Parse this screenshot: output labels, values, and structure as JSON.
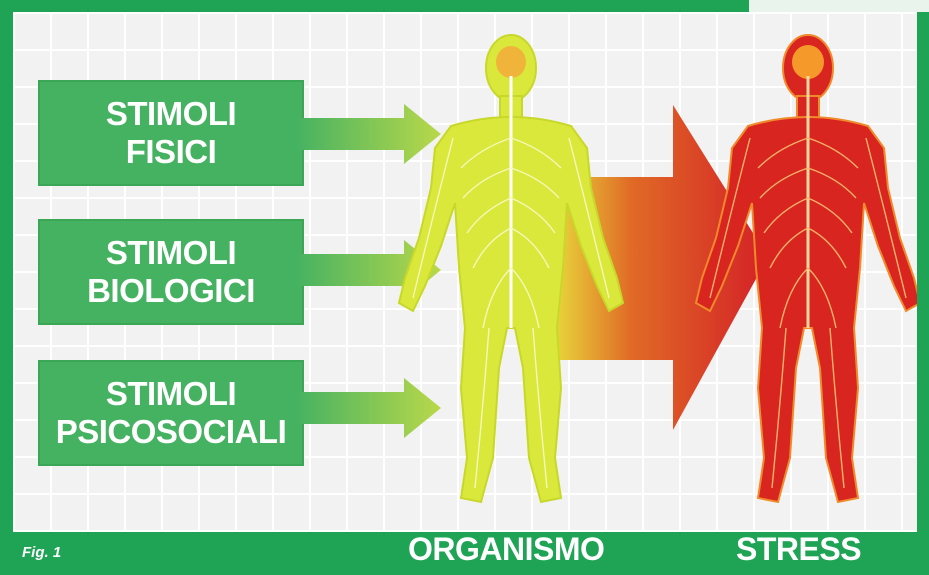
{
  "stimuli": [
    {
      "line1": "STIMOLI",
      "line2": "FISICI"
    },
    {
      "line1": "STIMOLI",
      "line2": "BIOLOGICI"
    },
    {
      "line1": "STIMOLI",
      "line2": "PSICOSOCIALI"
    }
  ],
  "labels": {
    "figure": "Fig. 1",
    "organism": "ORGANISMO",
    "stress": "STRESS"
  },
  "colors": {
    "frame": "#1fa456",
    "stimulus_box": "#45b262",
    "organism_body": "#d9e83a",
    "stress_body": "#d9251f",
    "stress_arrow": "#d42027"
  },
  "icons": [
    "human-body-organism-icon",
    "human-body-stress-icon",
    "stress-arrow-icon",
    "stimulus-arrow-icon"
  ]
}
